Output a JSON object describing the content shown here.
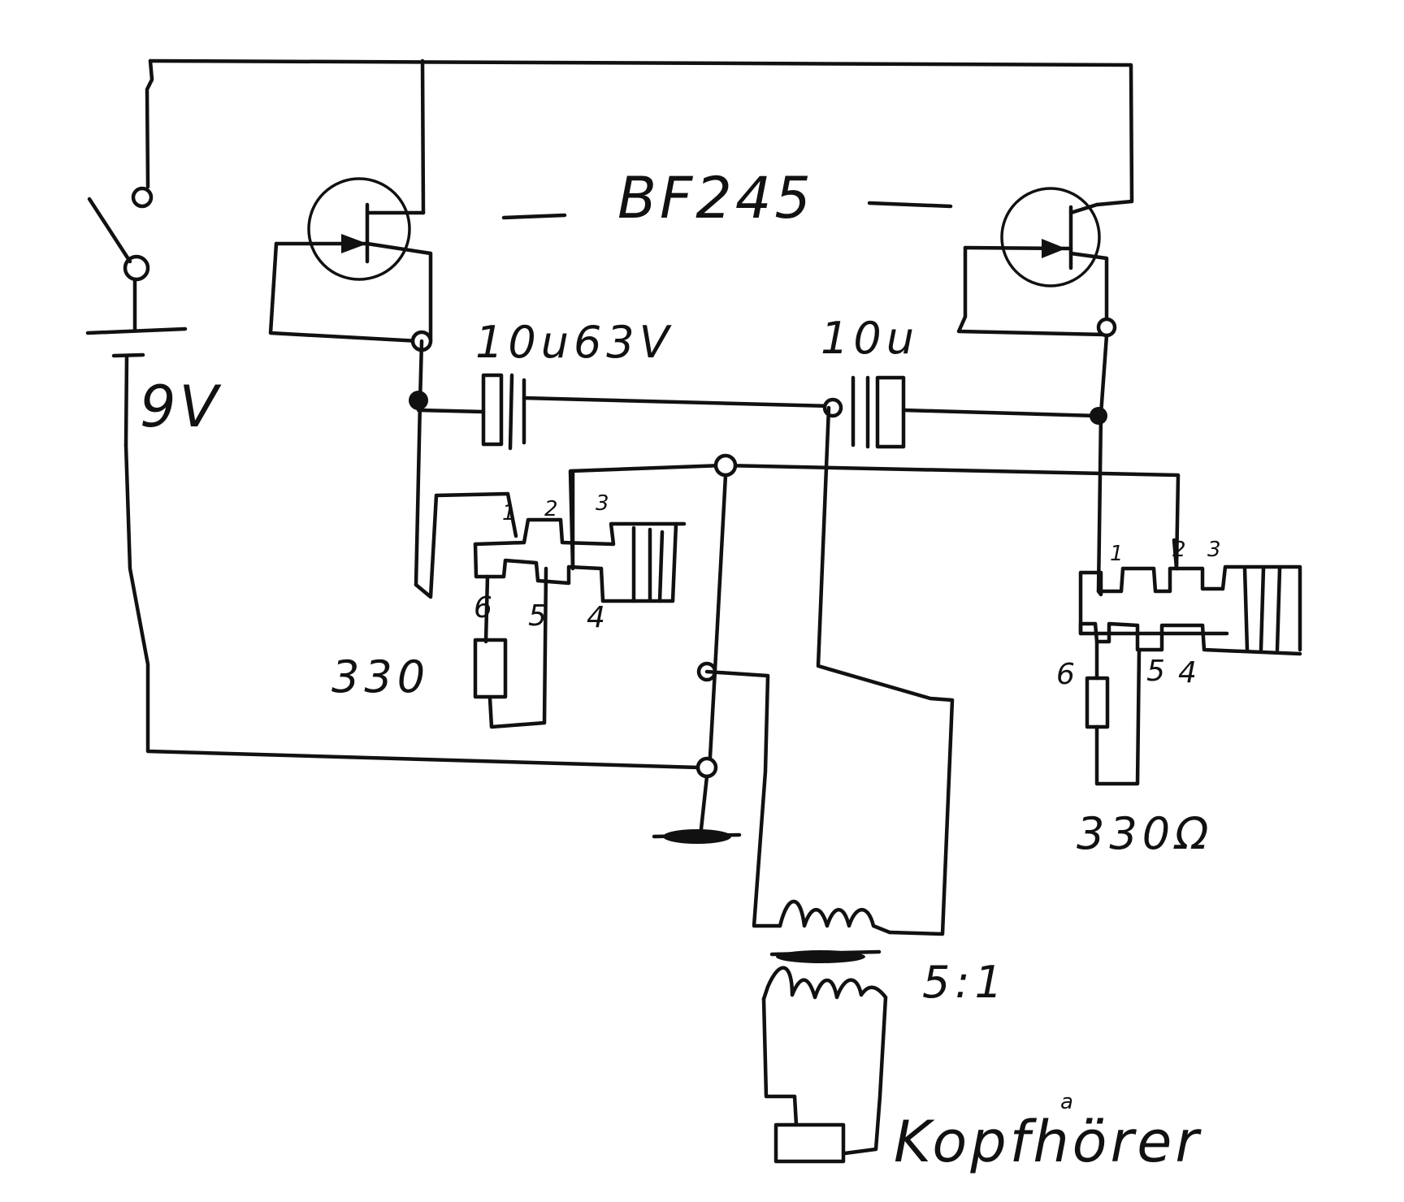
{
  "diagram": {
    "transistor_type": "BF245",
    "battery_voltage": "9V",
    "cap_left": "10u63V",
    "cap_right": "10u",
    "resistor_left": "330",
    "resistor_right": "330Ω",
    "transformer_ratio": "5:1",
    "headphone_label": "Kopfhörer",
    "headphone_accent": "a",
    "pins_left": [
      "1",
      "2",
      "3",
      "4",
      "5",
      "6"
    ],
    "pins_right": [
      "1",
      "2",
      "3",
      "4",
      "5",
      "6"
    ]
  },
  "colors": {
    "ink": "#111111",
    "paper": "#ffffff"
  }
}
